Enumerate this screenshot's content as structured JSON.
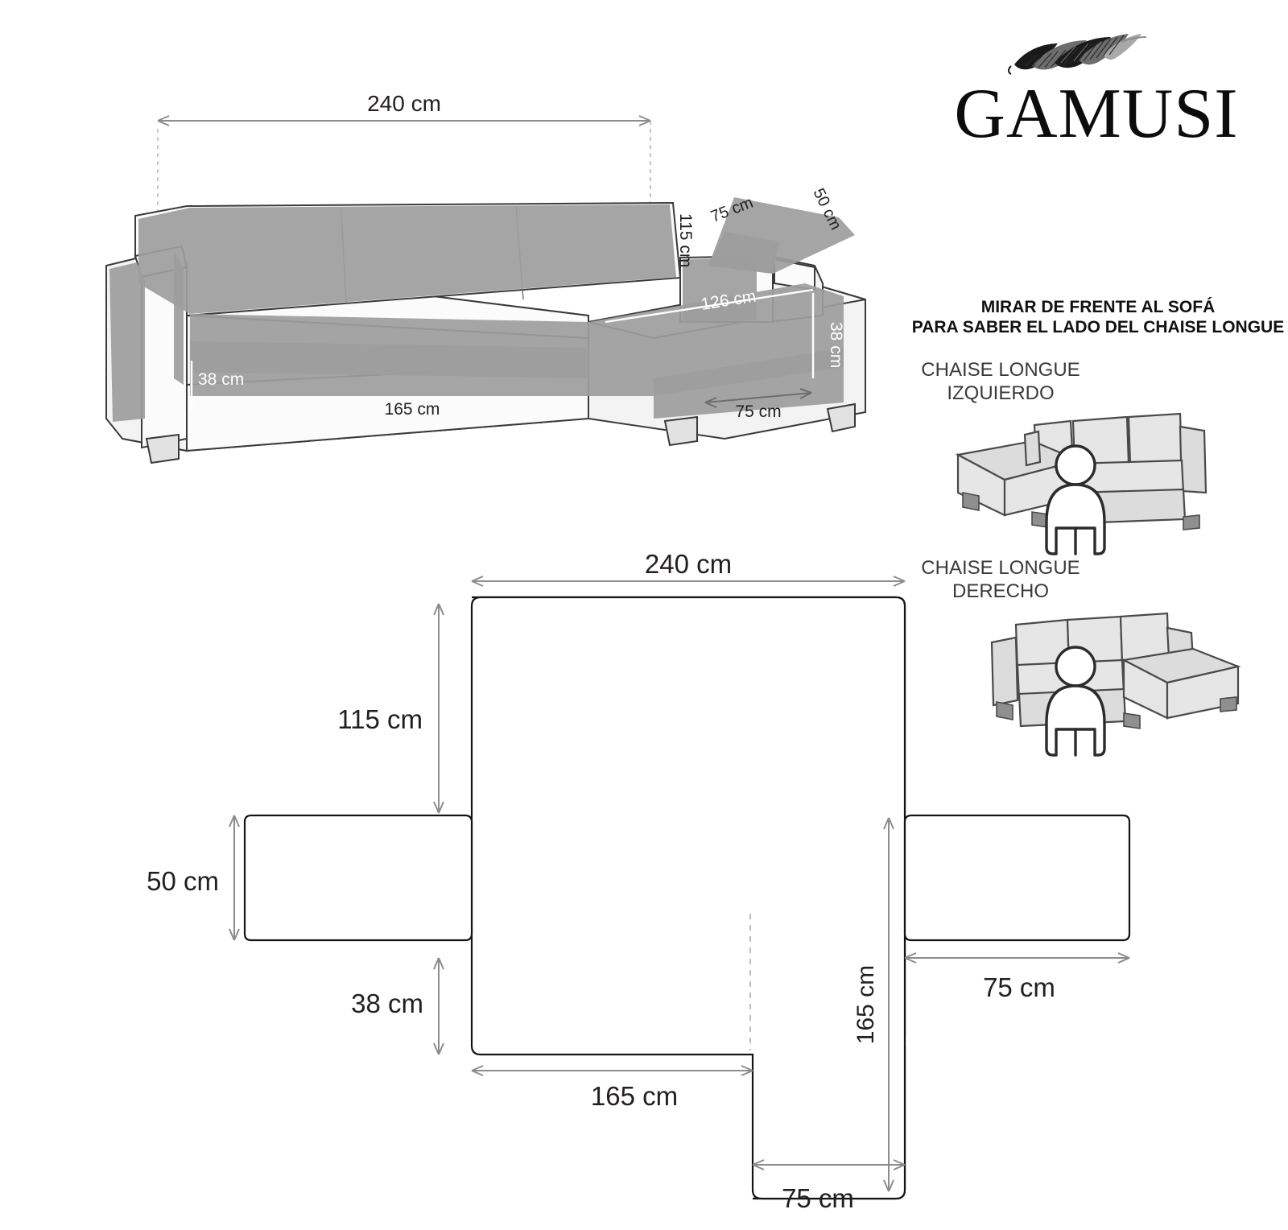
{
  "brand": {
    "name": "GAMUSI",
    "feather_icon": "feather-icon"
  },
  "instructions": {
    "line1": "MIRAR DE FRENTE AL SOFÁ",
    "line2": "PARA SABER EL LADO DEL CHAISE LONGUE"
  },
  "orientation_examples": [
    {
      "title_line1": "CHAISE LONGUE",
      "title_line2": "IZQUIERDO",
      "icon": "sofa-chaise-left-icon",
      "person_icon": "person-icon"
    },
    {
      "title_line1": "CHAISE LONGUE",
      "title_line2": "DERECHO",
      "icon": "sofa-chaise-right-icon",
      "person_icon": "person-icon"
    }
  ],
  "perspective_diagram": {
    "title": "sofa-perspective-view",
    "dimensions": {
      "total_width": "240 cm",
      "back_height": "115 cm",
      "arm_flap_length": "75 cm",
      "arm_flap_depth": "50 cm",
      "chaise_length": "126 cm",
      "chaise_side_height": "38 cm",
      "chaise_width": "75 cm",
      "seat_height": "38 cm",
      "seat_length": "165 cm"
    }
  },
  "flat_pattern": {
    "title": "slipcover-flat-pattern",
    "dimensions": {
      "top_width": "240 cm",
      "body_height": "115 cm",
      "left_flap_height": "50 cm",
      "left_flap_width": "38 cm",
      "bottom_width": "165 cm",
      "chaise_leg_height": "165 cm",
      "chaise_leg_width": "75 cm",
      "right_flap_width": "75 cm"
    }
  },
  "colors": {
    "cover_grey": "#9d9d9d",
    "outline_dark": "#141414",
    "dim_grey": "#8c8c8c",
    "text_dark": "#231f20",
    "white": "#ffffff"
  }
}
